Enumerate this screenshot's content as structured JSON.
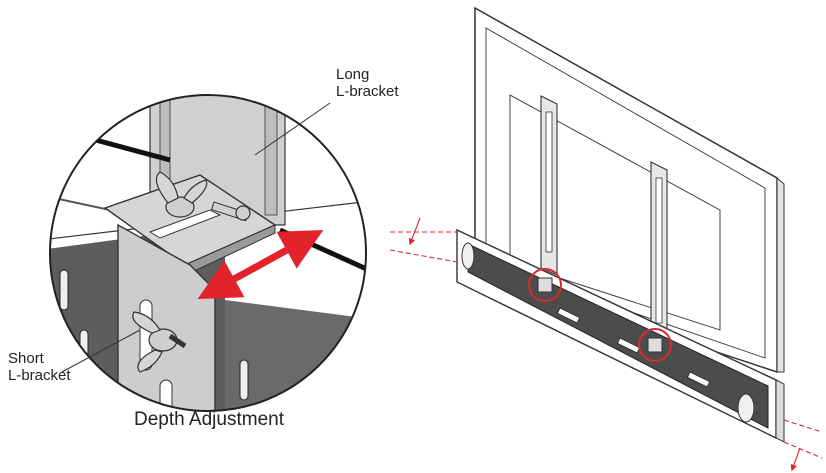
{
  "labels": {
    "long_line1": "Long",
    "long_line2": "L-bracket",
    "short_line1": "Short",
    "short_line2": "L-bracket",
    "caption": "Depth Adjustment"
  },
  "colors": {
    "arrow": "#e3232b",
    "highlight_circle": "#d82a32",
    "dashed_guides": "#d82a32",
    "bracket_fill": "#cfcfcf",
    "bracket_dark": "#4a4a4a",
    "outline": "#333333"
  },
  "icons": {
    "depth_arrow": "double-headed-arrow",
    "wing_nut": "wing-nut-icon"
  }
}
